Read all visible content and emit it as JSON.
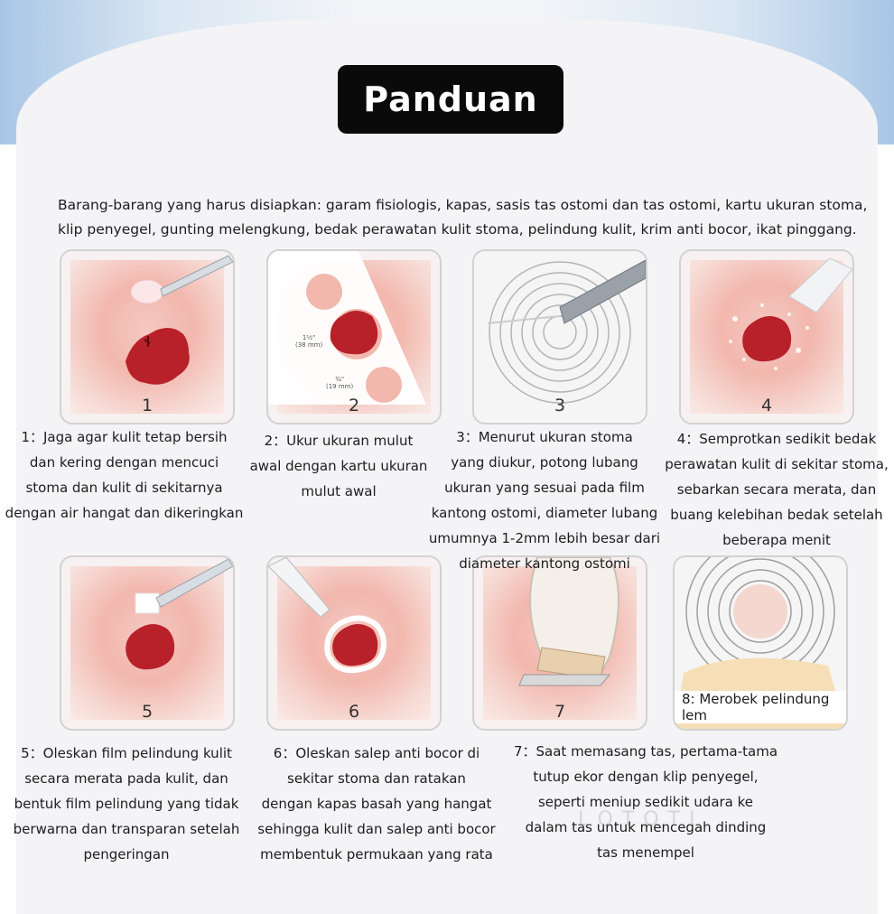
{
  "title": "Panduan",
  "intro_line1": "Barang-barang yang harus disiapkan: garam fisiologis, kapas, sasis tas ostomi dan tas ostomi, kartu ukuran stoma,",
  "intro_line2": "klip penyegel, gunting melengkung, bedak perawatan kulit stoma, pelindung kulit, krim anti bocor, ikat pinggang.",
  "steps": [
    {
      "num": "1",
      "caption": [
        "1：Jaga agar kulit tetap bersih",
        "dan kering dengan mencuci",
        "stoma dan kulit di sekitarnya",
        "dengan air hangat dan dikeringkan"
      ]
    },
    {
      "num": "2",
      "caption": [
        "2：Ukur ukuran mulut",
        "awal dengan kartu ukuran",
        "mulut awal"
      ],
      "card_labels": [
        "1⅟₂\"",
        "(38 mm)",
        "¾\"",
        "(19 mm)"
      ]
    },
    {
      "num": "3",
      "caption": [
        "3：Menurut ukuran stoma",
        "yang diukur, potong lubang",
        "ukuran yang sesuai pada  film",
        "kantong ostomi, diameter lubang",
        "umumnya  1-2mm lebih besar dari",
        "diameter  kantong ostomi"
      ]
    },
    {
      "num": "4",
      "caption": [
        "4：Semprotkan sedikit bedak",
        "perawatan  kulit di sekitar stoma,",
        "sebarkan secara  merata, dan",
        "buang kelebihan bedak  setelah",
        "beberapa menit"
      ]
    },
    {
      "num": "5",
      "caption": [
        "5：Oleskan film pelindung kulit",
        "secara merata pada kulit, dan",
        "bentuk film pelindung yang tidak",
        "berwarna dan transparan setelah",
        "pengeringan"
      ]
    },
    {
      "num": "6",
      "caption": [
        "6：Oleskan salep anti bocor di",
        "sekitar stoma dan ratakan",
        "dengan kapas basah yang hangat",
        "sehingga kulit dan salep anti bocor",
        "membentuk permukaan yang rata"
      ]
    },
    {
      "num": "7",
      "caption": [
        "7：Saat memasang tas, pertama-tama",
        "tutup ekor dengan klip penyegel,",
        "seperti meniup sedikit udara ke",
        "dalam tas untuk mencegah dinding",
        "tas menempel"
      ]
    },
    {
      "num": "8: Merobek pelindung lem",
      "caption": []
    }
  ],
  "watermark": "LOTOTI",
  "colors": {
    "skin": "#f2b7ad",
    "stoma": "#b8202a",
    "title_bg": "#0a0a0a",
    "card_border": "#d2d2d2"
  }
}
